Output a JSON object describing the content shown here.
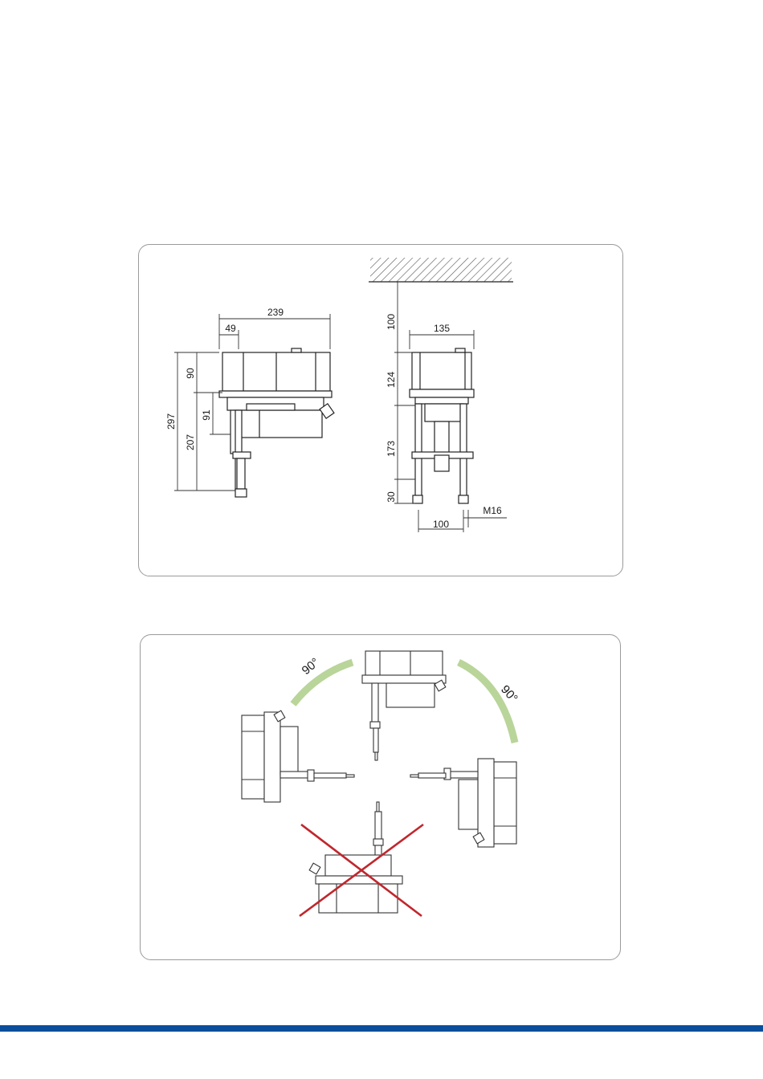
{
  "dimension_drawing": {
    "side_view": {
      "width_total": "239",
      "offset": "49",
      "height_total": "297",
      "head_height": "90",
      "lower_height": "207",
      "gear_height": "91"
    },
    "front_view": {
      "clearance": "100",
      "width": "135",
      "head_height": "124",
      "column_height": "173",
      "stem_height": "30",
      "column_spacing": "100",
      "thread": "M16"
    }
  },
  "mounting_positions": {
    "angle_left": "90°",
    "angle_right": "90°",
    "forbidden_color": "#c0272d",
    "arc_color": "#b9d59a"
  },
  "colors": {
    "footer_bar": "#0a4e9c",
    "panel_border": "#9a9a9a"
  }
}
